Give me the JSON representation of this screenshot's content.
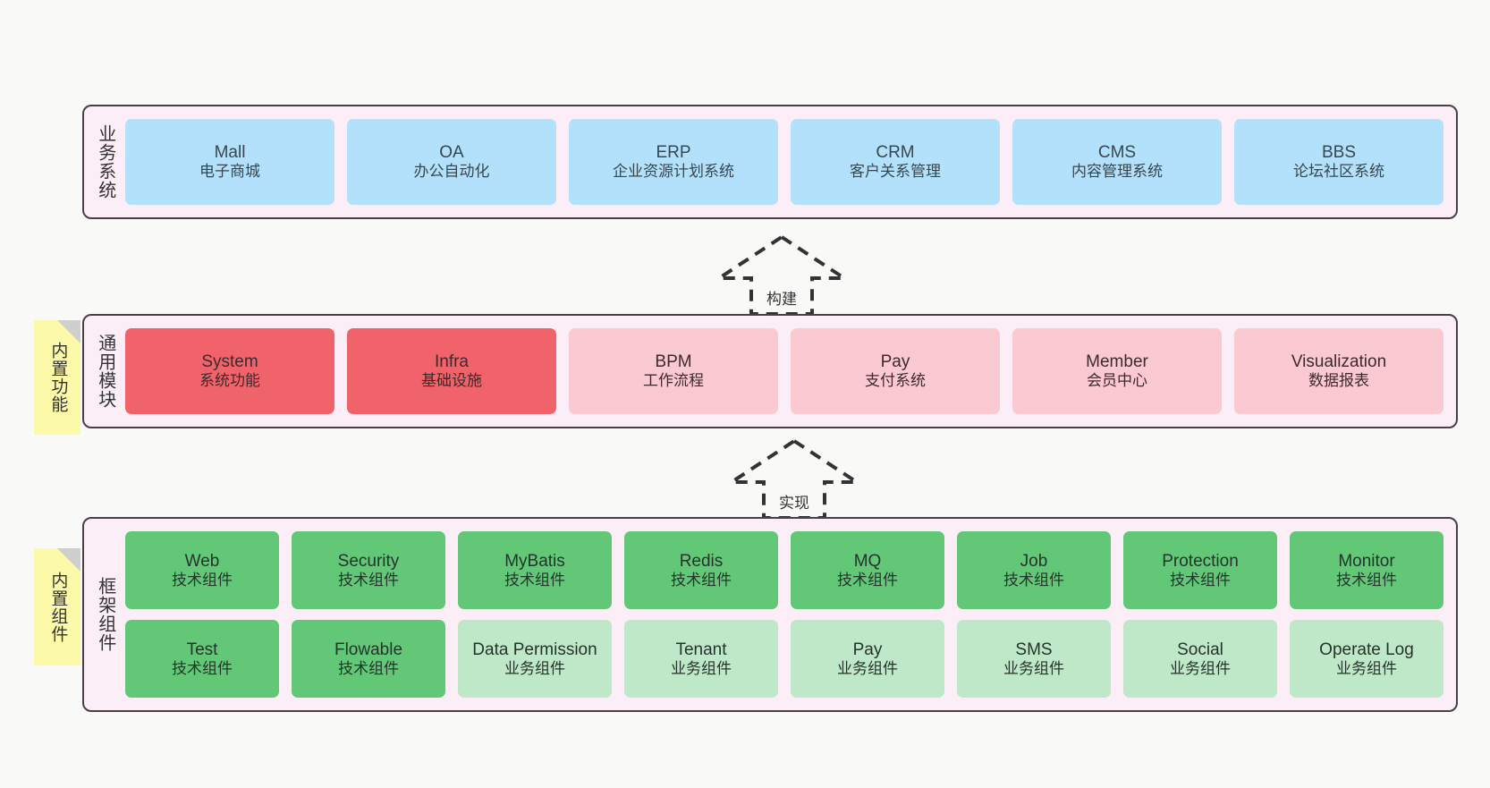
{
  "diagram": {
    "title_layers": [
      "业务系统",
      "通用模块",
      "框架组件"
    ],
    "accent_colors": {
      "layer_bg": "#fbeef6",
      "layer_border": "#4a3f47",
      "business_box": "#b3e0fb",
      "module_core": "#f1636b",
      "module_plain": "#fbc9d2",
      "tech_component": "#62c878",
      "biz_component": "#bfe8c8",
      "sticky_note": "#fcf9a8",
      "page_bg": "#f9f9f8"
    }
  },
  "business_layer": {
    "title": "业务系统",
    "boxes": [
      {
        "name": "Mall",
        "sub": "电子商城"
      },
      {
        "name": "OA",
        "sub": "办公自动化"
      },
      {
        "name": "ERP",
        "sub": "企业资源计划系统"
      },
      {
        "name": "CRM",
        "sub": "客户关系管理"
      },
      {
        "name": "CMS",
        "sub": "内容管理系统"
      },
      {
        "name": "BBS",
        "sub": "论坛社区系统"
      }
    ]
  },
  "arrow_build": {
    "label": "构建"
  },
  "module_layer": {
    "title": "通用模块",
    "sticky": "内置功能",
    "boxes": [
      {
        "name": "System",
        "sub": "系统功能",
        "style": "core"
      },
      {
        "name": "Infra",
        "sub": "基础设施",
        "style": "core"
      },
      {
        "name": "BPM",
        "sub": "工作流程",
        "style": "plain"
      },
      {
        "name": "Pay",
        "sub": "支付系统",
        "style": "plain"
      },
      {
        "name": "Member",
        "sub": "会员中心",
        "style": "plain"
      },
      {
        "name": "Visualization",
        "sub": "数据报表",
        "style": "plain"
      }
    ]
  },
  "arrow_impl": {
    "label": "实现"
  },
  "framework_layer": {
    "title": "框架组件",
    "sticky": "内置组件",
    "row1": [
      {
        "name": "Web",
        "sub": "技术组件"
      },
      {
        "name": "Security",
        "sub": "技术组件"
      },
      {
        "name": "MyBatis",
        "sub": "技术组件"
      },
      {
        "name": "Redis",
        "sub": "技术组件"
      },
      {
        "name": "MQ",
        "sub": "技术组件"
      },
      {
        "name": "Job",
        "sub": "技术组件"
      },
      {
        "name": "Protection",
        "sub": "技术组件"
      },
      {
        "name": "Monitor",
        "sub": "技术组件"
      }
    ],
    "row2": [
      {
        "name": "Test",
        "sub": "技术组件",
        "style": "tech"
      },
      {
        "name": "Flowable",
        "sub": "技术组件",
        "style": "tech"
      },
      {
        "name": "Data Permission",
        "sub": "业务组件",
        "style": "biz"
      },
      {
        "name": "Tenant",
        "sub": "业务组件",
        "style": "biz"
      },
      {
        "name": "Pay",
        "sub": "业务组件",
        "style": "biz"
      },
      {
        "name": "SMS",
        "sub": "业务组件",
        "style": "biz"
      },
      {
        "name": "Social",
        "sub": "业务组件",
        "style": "biz"
      },
      {
        "name": "Operate Log",
        "sub": "业务组件",
        "style": "biz"
      }
    ]
  }
}
